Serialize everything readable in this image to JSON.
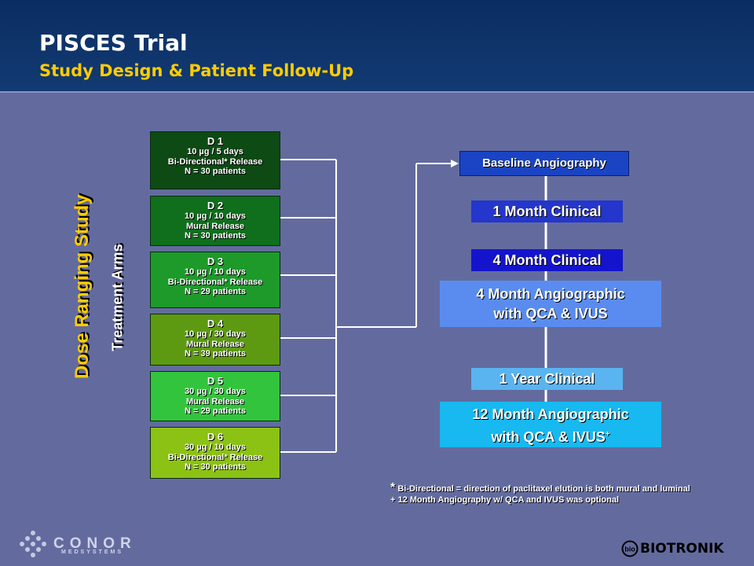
{
  "header": {
    "title": "PISCES Trial",
    "subtitle": "Study Design & Patient Follow-Up"
  },
  "side_labels": {
    "study": "Dose Ranging Study",
    "arms": "Treatment Arms"
  },
  "arms": [
    {
      "name": "D 1",
      "dose": "10 µg / 5 days",
      "release": "Bi-Directional* Release",
      "n": "N = 30 patients",
      "color": "#0d4a14"
    },
    {
      "name": "D 2",
      "dose": "10 µg / 10 days",
      "release": "Mural Release",
      "n": "N = 30 patients",
      "color": "#0f6f1c"
    },
    {
      "name": "D 3",
      "dose": "10 µg / 10 days",
      "release": "Bi-Directional* Release",
      "n": "N = 29 patients",
      "color": "#1d9a2a"
    },
    {
      "name": "D 4",
      "dose": "10 µg / 30 days",
      "release": "Mural Release",
      "n": "N = 39 patients",
      "color": "#5d9a12"
    },
    {
      "name": "D 5",
      "dose": "30 µg / 30 days",
      "release": "Mural Release",
      "n": "N = 29 patients",
      "color": "#33c43d"
    },
    {
      "name": "D 6",
      "dose": "30 µg / 10 days",
      "release": "Bi-Directional* Release",
      "n": "N = 30 patients",
      "color": "#8cc214"
    }
  ],
  "followup": {
    "baseline": "Baseline Angiography",
    "m1": "1 Month Clinical",
    "m4": "4 Month Clinical",
    "m4_angio_l1": "4 Month Angiographic",
    "m4_angio_l2": "with QCA & IVUS",
    "y1": "1 Year Clinical",
    "m12_angio_l1": "12 Month Angiographic",
    "m12_angio_l2": "with QCA & IVUS",
    "m12_sup": "+"
  },
  "footnotes": {
    "star": "*",
    "line1": " Bi-Directional = direction of paclitaxel elution is both mural and luminal",
    "line2": "+ 12 Month Angiography  w/ QCA and IVUS was optional"
  },
  "logos": {
    "conor": "CONOR",
    "conor_sub": "MEDSYSTEMS",
    "biotronik": "BIOTRONIK",
    "biotronik_badge": "bio"
  },
  "colors": {
    "background": "#636b9e",
    "header": "#0a2e63",
    "title": "#ffffff",
    "subtitle": "#ffcc00",
    "baseline": "#1a44c4",
    "m1": "#2436cc",
    "m4": "#1414cc",
    "m4_angio": "#5a8cf0",
    "y1": "#5ab4f0",
    "m12_angio": "#18b8f0"
  }
}
